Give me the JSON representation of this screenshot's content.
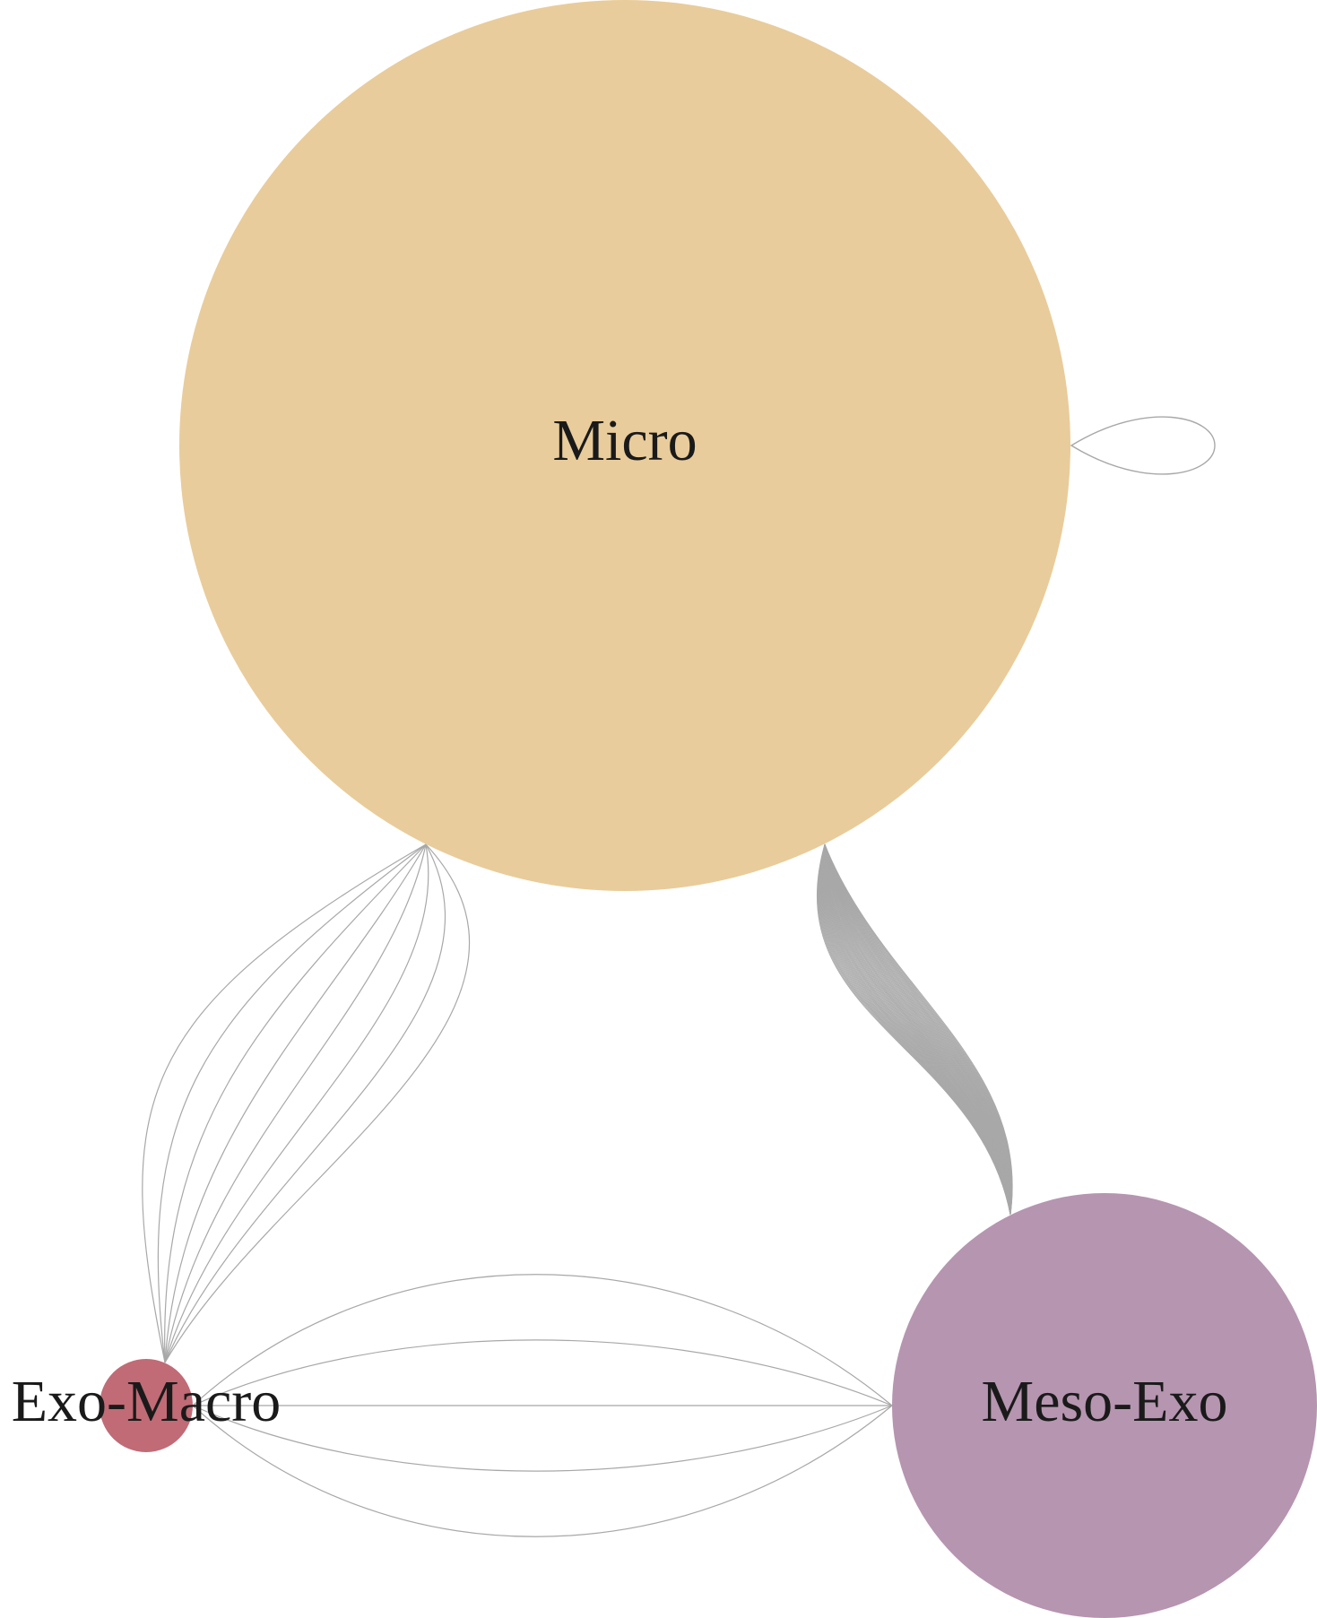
{
  "nodes": [
    {
      "id": "micro",
      "label": "Micro",
      "color": "#e9cc9b"
    },
    {
      "id": "meso-exo",
      "label": "Meso-Exo",
      "color": "#b695b0"
    },
    {
      "id": "exo-macro",
      "label": "Exo-Macro",
      "color": "#c06b76"
    }
  ],
  "edges": [
    {
      "source": "micro",
      "target": "micro",
      "count": 1
    },
    {
      "source": "micro",
      "target": "exo-macro",
      "count": 8
    },
    {
      "source": "micro",
      "target": "meso-exo",
      "count": 60
    },
    {
      "source": "exo-macro",
      "target": "meso-exo",
      "count": 5
    }
  ],
  "edge_color": "#a8a8a8"
}
